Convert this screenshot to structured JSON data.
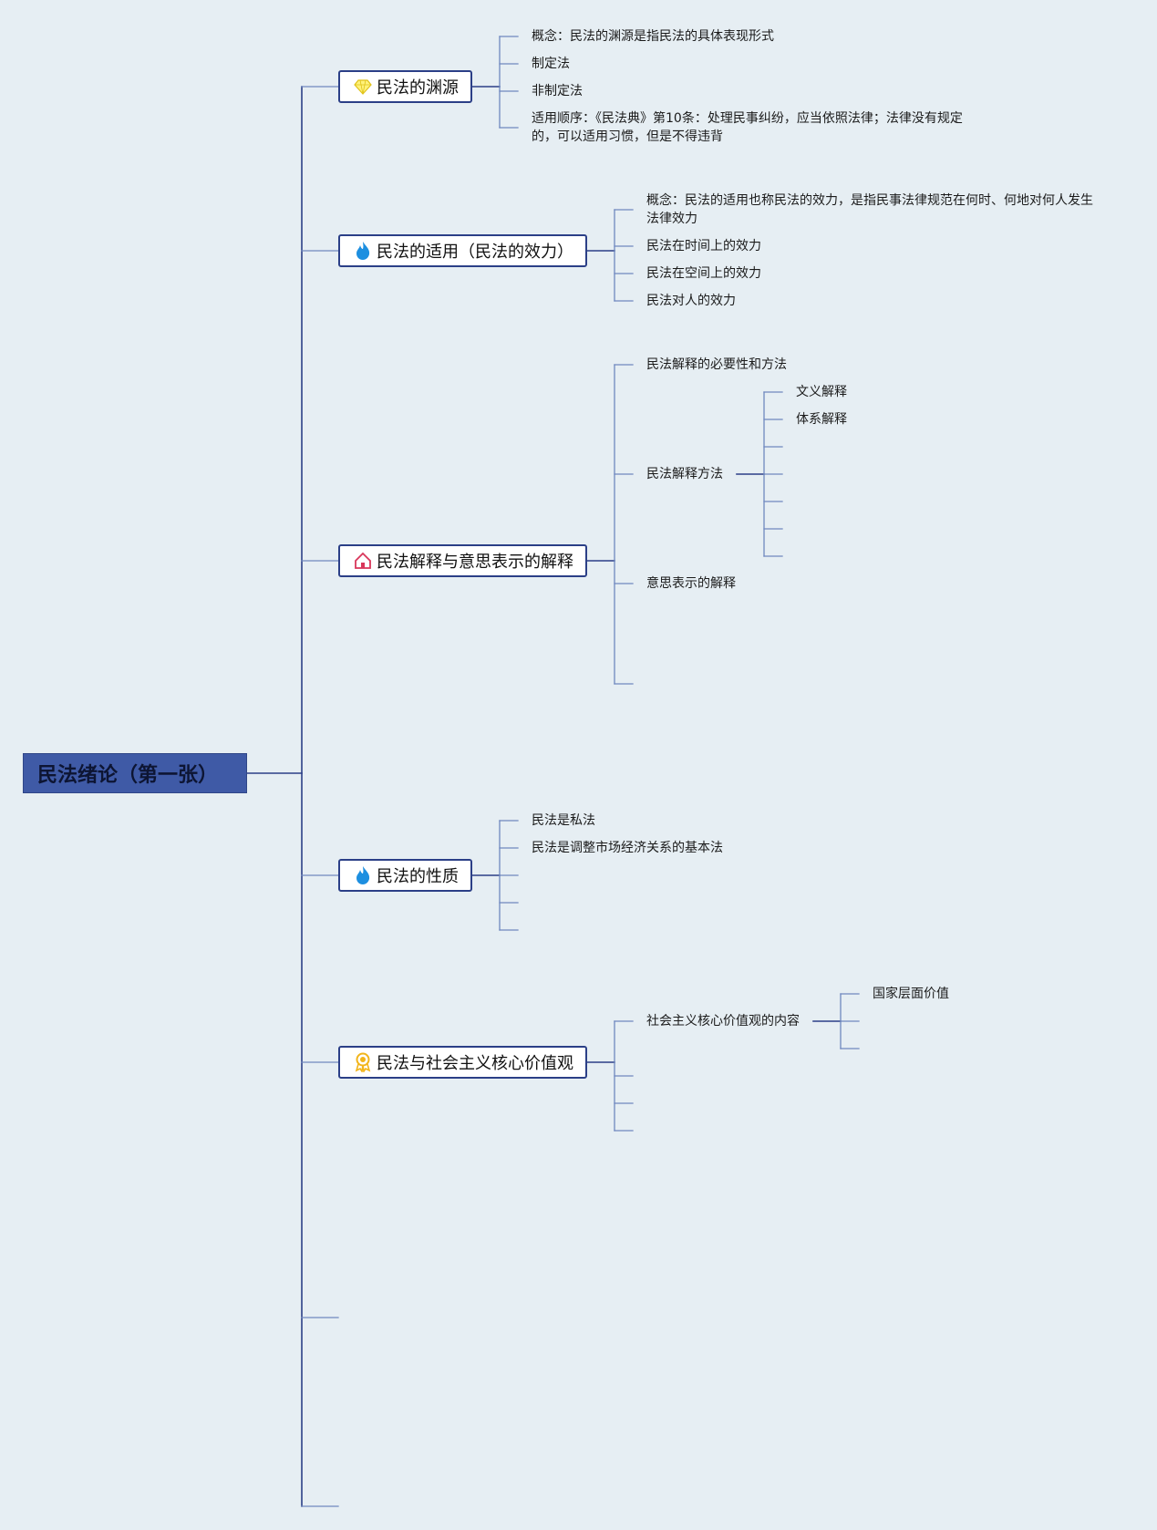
{
  "root": {
    "label": "民法绪论（第一张）"
  },
  "topics": [
    {
      "label": "民法的渊源",
      "icon": "diamond-icon",
      "children": [
        "概念：民法的渊源是指民法的具体表现形式",
        "制定法",
        "非制定法",
        "适用顺序：《民法典》第10条：处理民事纠纷，应当依照法律；法律没有规定的，可以适用习惯，但是不得违背"
      ]
    },
    {
      "label": "民法的适用（民法的效力）",
      "icon": "flame-icon",
      "children": [
        "概念：民法的适用也称民法的效力，是指民事法律规范在何时、何地对何人发生法律效力",
        "民法在时间上的效力",
        "民法在空间上的效力",
        "民法对人的效力"
      ]
    },
    {
      "label": "民法解释与意思表示的解释",
      "icon": "house-icon",
      "children": [
        "民法解释的必要性和方法",
        "民法解释方法",
        "意思表示的解释"
      ],
      "grandchildren": [
        "文义解释",
        "体系解释"
      ]
    },
    {
      "label": "民法的性质",
      "icon": "flame-icon",
      "children": [
        "民法是私法",
        "民法是调整市场经济关系的基本法"
      ]
    },
    {
      "label": "民法与社会主义核心价值观",
      "icon": "medal-icon",
      "children": [
        "社会主义核心价值观的内容"
      ],
      "grandchildren": [
        "国家层面价值"
      ]
    }
  ]
}
